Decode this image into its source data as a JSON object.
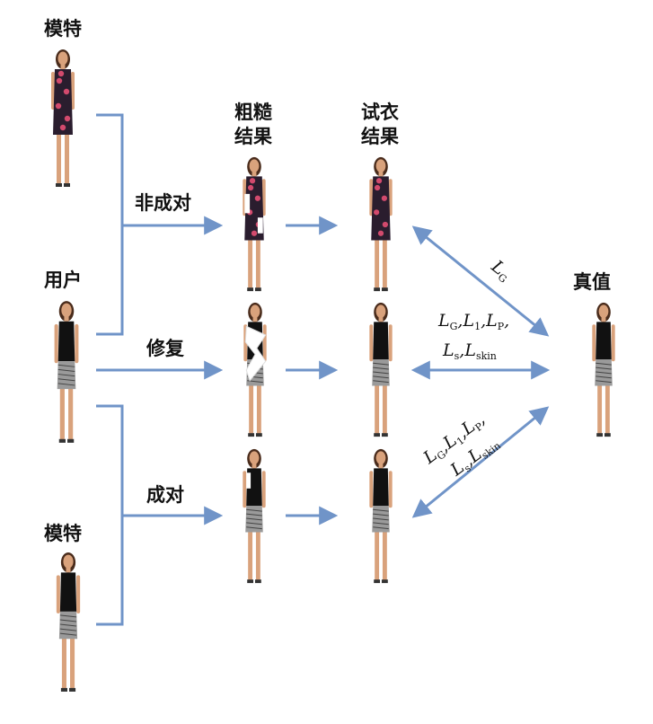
{
  "labels": {
    "model_top": "模特",
    "user": "用户",
    "model_bottom": "模特",
    "coarse_result_line1": "粗糙",
    "coarse_result_line2": "结果",
    "tryon_result_line1": "试衣",
    "tryon_result_line2": "结果",
    "ground_truth": "真值",
    "unpaired": "非成对",
    "repair": "修复",
    "paired": "成对"
  },
  "loss_labels": {
    "top": {
      "L": "L",
      "sub_G": "G"
    },
    "middle": {
      "line1": [
        {
          "L": "L",
          "sub": "G"
        },
        {
          "L": "L",
          "sub": "1"
        },
        {
          "L": "L",
          "sub": "P"
        }
      ],
      "line2": [
        {
          "L": "L",
          "sub": "s"
        },
        {
          "L": "L",
          "sub": "skin"
        }
      ]
    },
    "bottom": {
      "line1": [
        {
          "L": "L",
          "sub": "G"
        },
        {
          "L": "L",
          "sub": "1"
        },
        {
          "L": "L",
          "sub": "P"
        }
      ],
      "line2": [
        {
          "L": "L",
          "sub": "s"
        },
        {
          "L": "L",
          "sub": "skin"
        }
      ]
    }
  },
  "colors": {
    "arrow": "#7094c8",
    "skin": "#d9a27c",
    "hair": "#4a2c1c",
    "black_top": "#111111",
    "floral_dress": "#2a1d2e",
    "floral_pink": "#d24a6d",
    "sequin": "#9a9a9a"
  },
  "figures": [
    {
      "id": "model-top",
      "outfit": "floral-dress"
    },
    {
      "id": "user",
      "outfit": "black-top-sequin-skirt"
    },
    {
      "id": "model-bottom",
      "outfit": "black-top-sequin-skirt"
    },
    {
      "id": "coarse-unpaired",
      "outfit": "floral-dress-broken"
    },
    {
      "id": "coarse-repair",
      "outfit": "black-top-masked"
    },
    {
      "id": "coarse-paired",
      "outfit": "black-top-sequin-skirt-broken"
    },
    {
      "id": "tryon-unpaired",
      "outfit": "floral-dress"
    },
    {
      "id": "tryon-repair",
      "outfit": "black-top-sequin-skirt"
    },
    {
      "id": "tryon-paired",
      "outfit": "black-top-sequin-skirt"
    },
    {
      "id": "ground-truth",
      "outfit": "black-top-sequin-skirt"
    }
  ]
}
